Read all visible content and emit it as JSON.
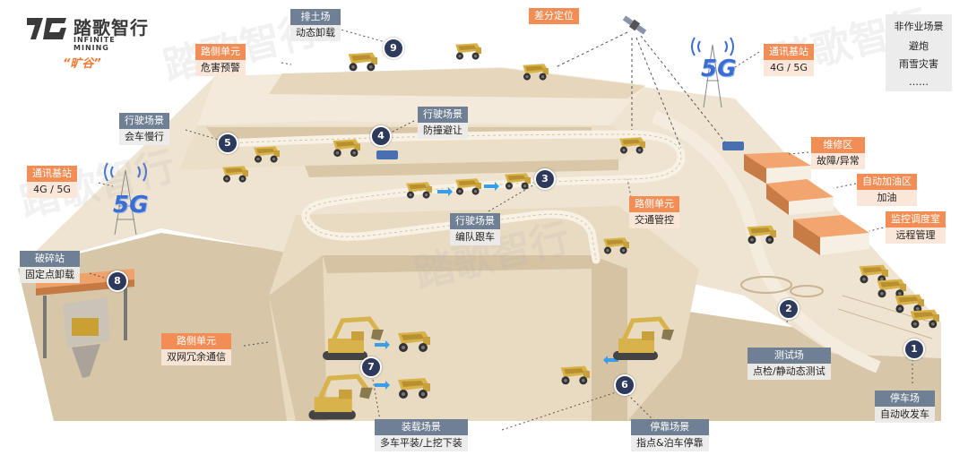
{
  "logo": {
    "name_cn": "踏歌智行",
    "name_en": "INFINITE MINING"
  },
  "subtitle": "“旷谷”",
  "non_operational": {
    "title": "非作业场景",
    "items": [
      "避炮",
      "雨雪灾害",
      "……"
    ]
  },
  "labels": {
    "dump": {
      "title": "排土场",
      "sub": "动态卸载"
    },
    "roadside_1": {
      "title": "路侧单元",
      "sub": "危害预警"
    },
    "diff_pos": {
      "title": "差分定位"
    },
    "base_1": {
      "title": "通讯基站",
      "sub": "4G / 5G"
    },
    "drive_5": {
      "title": "行驶场景",
      "sub": "会车慢行"
    },
    "drive_4": {
      "title": "行驶场景",
      "sub": "防撞避让"
    },
    "base_2": {
      "title": "通讯基站",
      "sub": "4G / 5G"
    },
    "repair": {
      "title": "维修区",
      "sub": "故障/异常"
    },
    "fuel": {
      "title": "自动加油区",
      "sub": "加油"
    },
    "control": {
      "title": "监控调度室",
      "sub": "远程管理"
    },
    "roadside_2": {
      "title": "路侧单元",
      "sub": "交通管控"
    },
    "drive_3": {
      "title": "行驶场景",
      "sub": "编队跟车"
    },
    "crusher": {
      "title": "破碎站",
      "sub": "固定点卸载"
    },
    "roadside_3": {
      "title": "路侧单元",
      "sub": "双网冗余通信"
    },
    "test": {
      "title": "测试场",
      "sub": "点检/静动态测试"
    },
    "parking": {
      "title": "停车场",
      "sub": "自动收发车"
    },
    "loading": {
      "title": "装载场景",
      "sub": "多车平装/上挖下装"
    },
    "docking": {
      "title": "停靠场景",
      "sub": "指点&泊车停靠"
    }
  },
  "numbers": [
    "1",
    "2",
    "3",
    "4",
    "5",
    "6",
    "7",
    "8",
    "9"
  ],
  "fiveg_text": "5G",
  "watermark": "踏歌智行",
  "colors": {
    "orange": "#f28d55",
    "grey_blue": "#6f7f94",
    "navy": "#2d3a5c",
    "terrain": "#e8d9c0",
    "truck": "#d8b24a"
  }
}
